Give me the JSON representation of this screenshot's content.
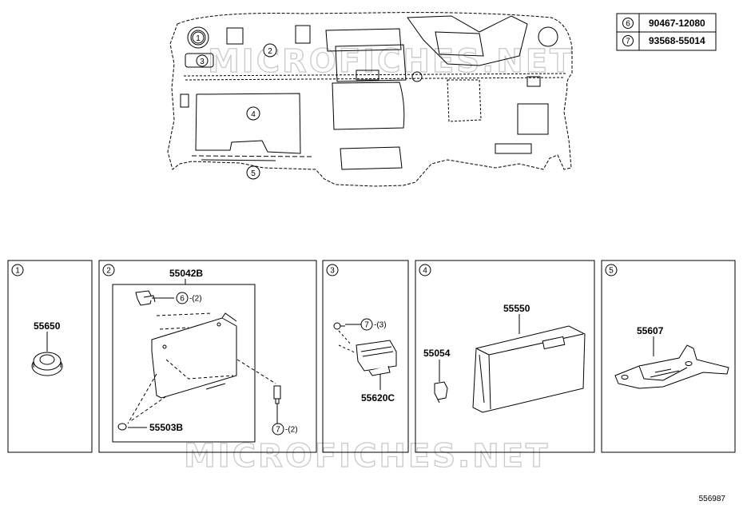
{
  "legend": [
    {
      "ref": "6",
      "part": "90467-12080"
    },
    {
      "ref": "7",
      "part": "93568-55014"
    }
  ],
  "overview_refs": [
    "1",
    "2",
    "3",
    "4",
    "5"
  ],
  "panels": [
    {
      "ref": "1",
      "parts": [
        "55650"
      ]
    },
    {
      "ref": "2",
      "parts": [
        "55042B",
        "55503B"
      ],
      "callouts": [
        {
          "ref": "6",
          "qty": "-(2)"
        },
        {
          "ref": "7",
          "qty": "-(2)"
        }
      ]
    },
    {
      "ref": "3",
      "parts": [
        "55620C"
      ],
      "callouts": [
        {
          "ref": "7",
          "qty": "-(3)"
        }
      ]
    },
    {
      "ref": "4",
      "parts": [
        "55054",
        "55550"
      ]
    },
    {
      "ref": "5",
      "parts": [
        "55607"
      ]
    }
  ],
  "watermark": "MICROFICHES.NET",
  "diagram_id": "556987"
}
